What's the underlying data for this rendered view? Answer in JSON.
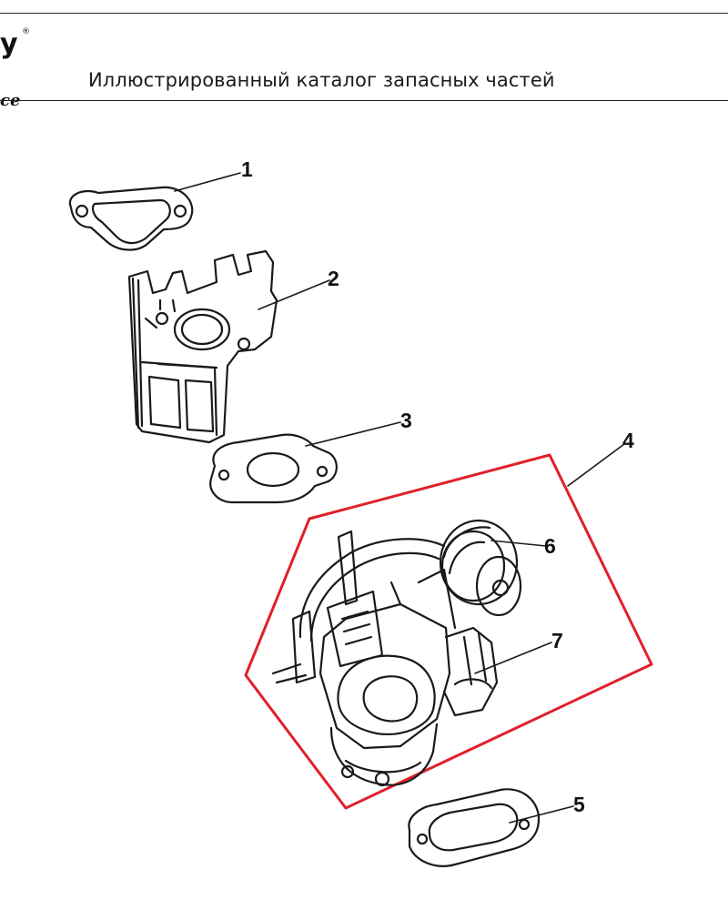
{
  "header": {
    "logo_text": "y",
    "logo_registered": "®",
    "logo_sub": "ce",
    "title": "Иллюстрированный каталог запасных частей"
  },
  "diagram": {
    "callouts": [
      {
        "id": "1",
        "label": "1"
      },
      {
        "id": "2",
        "label": "2"
      },
      {
        "id": "3",
        "label": "3"
      },
      {
        "id": "4",
        "label": "4"
      },
      {
        "id": "5",
        "label": "5"
      },
      {
        "id": "6",
        "label": "6"
      },
      {
        "id": "7",
        "label": "7"
      }
    ],
    "highlight_color": "#e0202a",
    "line_color": "#1a1a1a"
  }
}
